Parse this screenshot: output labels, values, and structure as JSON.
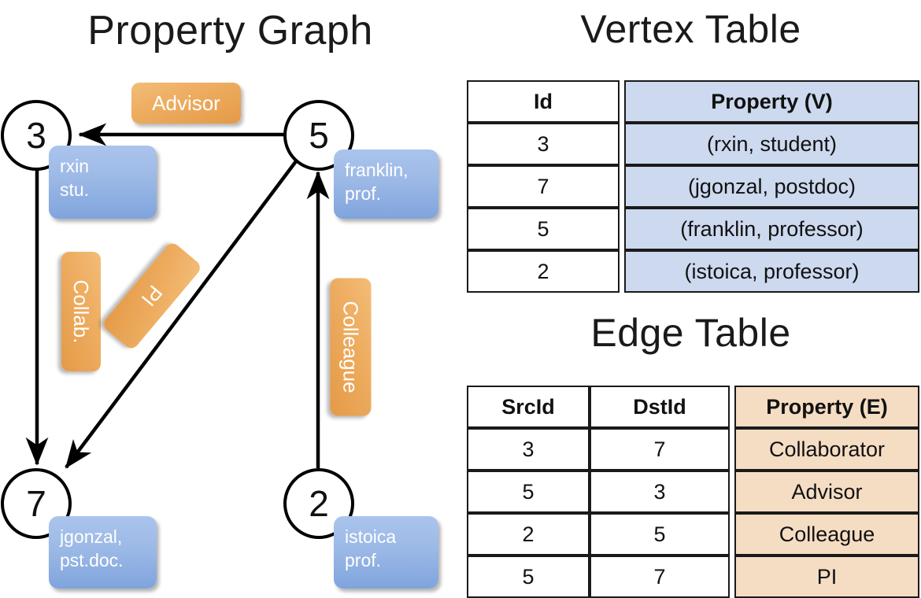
{
  "titles": {
    "property_graph": "Property Graph",
    "vertex_table": "Vertex Table",
    "edge_table": "Edge Table"
  },
  "graph": {
    "nodes": [
      {
        "id": "3",
        "property": "rxin\nstu."
      },
      {
        "id": "5",
        "property": "franklin,\nprof."
      },
      {
        "id": "7",
        "property": "jgonzal,\npst.doc."
      },
      {
        "id": "2",
        "property": "istoica\nprof."
      }
    ],
    "node_labels": {
      "n3": "3",
      "n5": "5",
      "n7": "7",
      "n2": "2"
    },
    "bubbles": {
      "rxin_line1": "rxin",
      "rxin_line2": "stu.",
      "franklin_line1": "franklin,",
      "franklin_line2": "prof.",
      "jgonzal_line1": "jgonzal,",
      "jgonzal_line2": "pst.doc.",
      "istoica_line1": "istoica",
      "istoica_line2": "prof."
    },
    "edge_chips": {
      "advisor": "Advisor",
      "collab": "Collab.",
      "pi": "PI",
      "colleague": "Colleague"
    },
    "edges": [
      {
        "from": "5",
        "to": "3",
        "label": "Advisor"
      },
      {
        "from": "3",
        "to": "7",
        "label": "Collab."
      },
      {
        "from": "5",
        "to": "7",
        "label": "PI"
      },
      {
        "from": "2",
        "to": "5",
        "label": "Colleague"
      }
    ]
  },
  "vertex_table": {
    "headers": [
      "Id",
      "Property (V)"
    ],
    "rows": [
      {
        "id": "3",
        "property": "(rxin, student)"
      },
      {
        "id": "7",
        "property": "(jgonzal, postdoc)"
      },
      {
        "id": "5",
        "property": "(franklin, professor)"
      },
      {
        "id": "2",
        "property": "(istoica, professor)"
      }
    ]
  },
  "edge_table": {
    "headers": [
      "SrcId",
      "DstId",
      "Property (E)"
    ],
    "rows": [
      {
        "src": "3",
        "dst": "7",
        "property": "Collaborator"
      },
      {
        "src": "5",
        "dst": "3",
        "property": "Advisor"
      },
      {
        "src": "2",
        "dst": "5",
        "property": "Colleague"
      },
      {
        "src": "5",
        "dst": "7",
        "property": "PI"
      }
    ]
  },
  "colors": {
    "vertex_property_fill": "#ccd9ef",
    "edge_property_fill": "#f5ddc4",
    "bubble_blue": "#9cb9e6",
    "chip_orange": "#eead61",
    "stroke": "#000000",
    "background": "#ffffff"
  }
}
